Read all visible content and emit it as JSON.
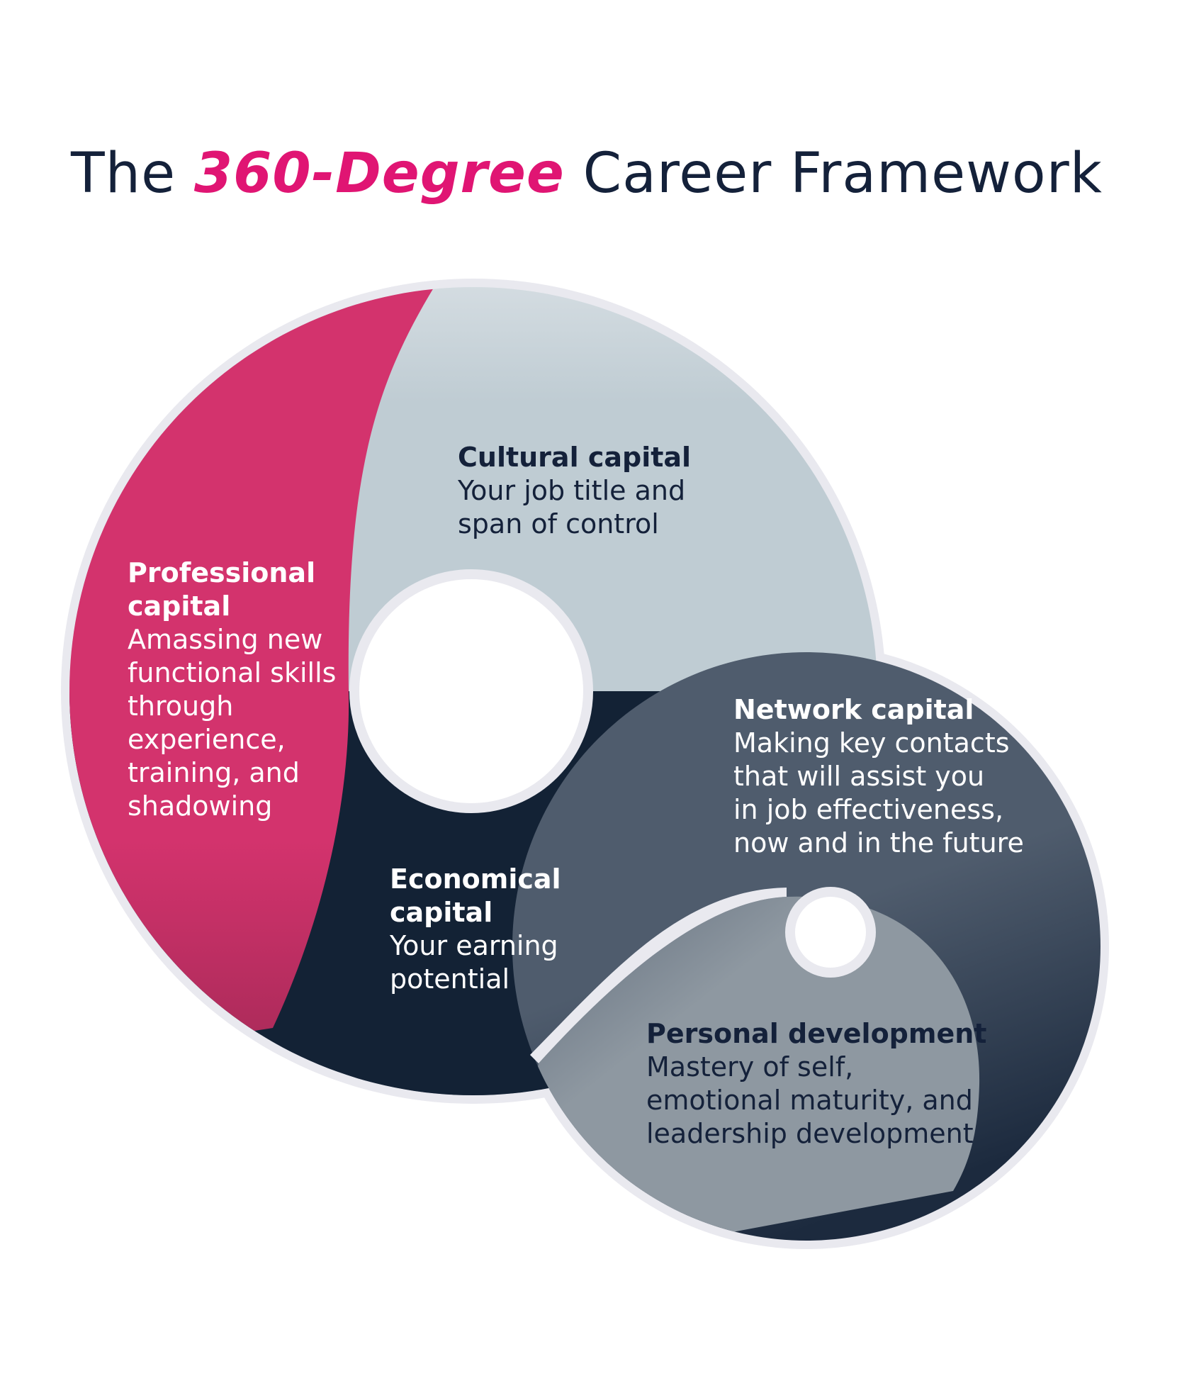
{
  "title": {
    "prefix": "The",
    "highlight": "360-Degree",
    "suffix": "Career Framework"
  },
  "colors": {
    "title_text": "#14213a",
    "highlight": "#e01573",
    "professional": "#d3336d",
    "cultural": "#bfccd3",
    "economical": "#132235",
    "network": "#4f5c6d",
    "personal": "#8e98a1",
    "outline": "#e9e9ef"
  },
  "segments": [
    {
      "heading": "Cultural capital",
      "lines": [
        "Your job title and",
        "span of control"
      ]
    },
    {
      "heading": "Professional capital",
      "heading_lines": [
        "Professional",
        "capital"
      ],
      "lines": [
        "Amassing new",
        "functional skills",
        "through",
        "experience,",
        "training, and",
        "shadowing"
      ]
    },
    {
      "heading": "Network capital",
      "lines": [
        "Making key contacts",
        "that will assist you",
        "in job effectiveness,",
        "now and in the future"
      ]
    },
    {
      "heading": "Economical capital",
      "heading_lines": [
        "Economical",
        "capital"
      ],
      "lines": [
        "Your earning",
        "potential"
      ]
    },
    {
      "heading": "Personal development",
      "lines": [
        "Mastery of self,",
        "emotional maturity, and",
        "leadership development"
      ]
    }
  ]
}
